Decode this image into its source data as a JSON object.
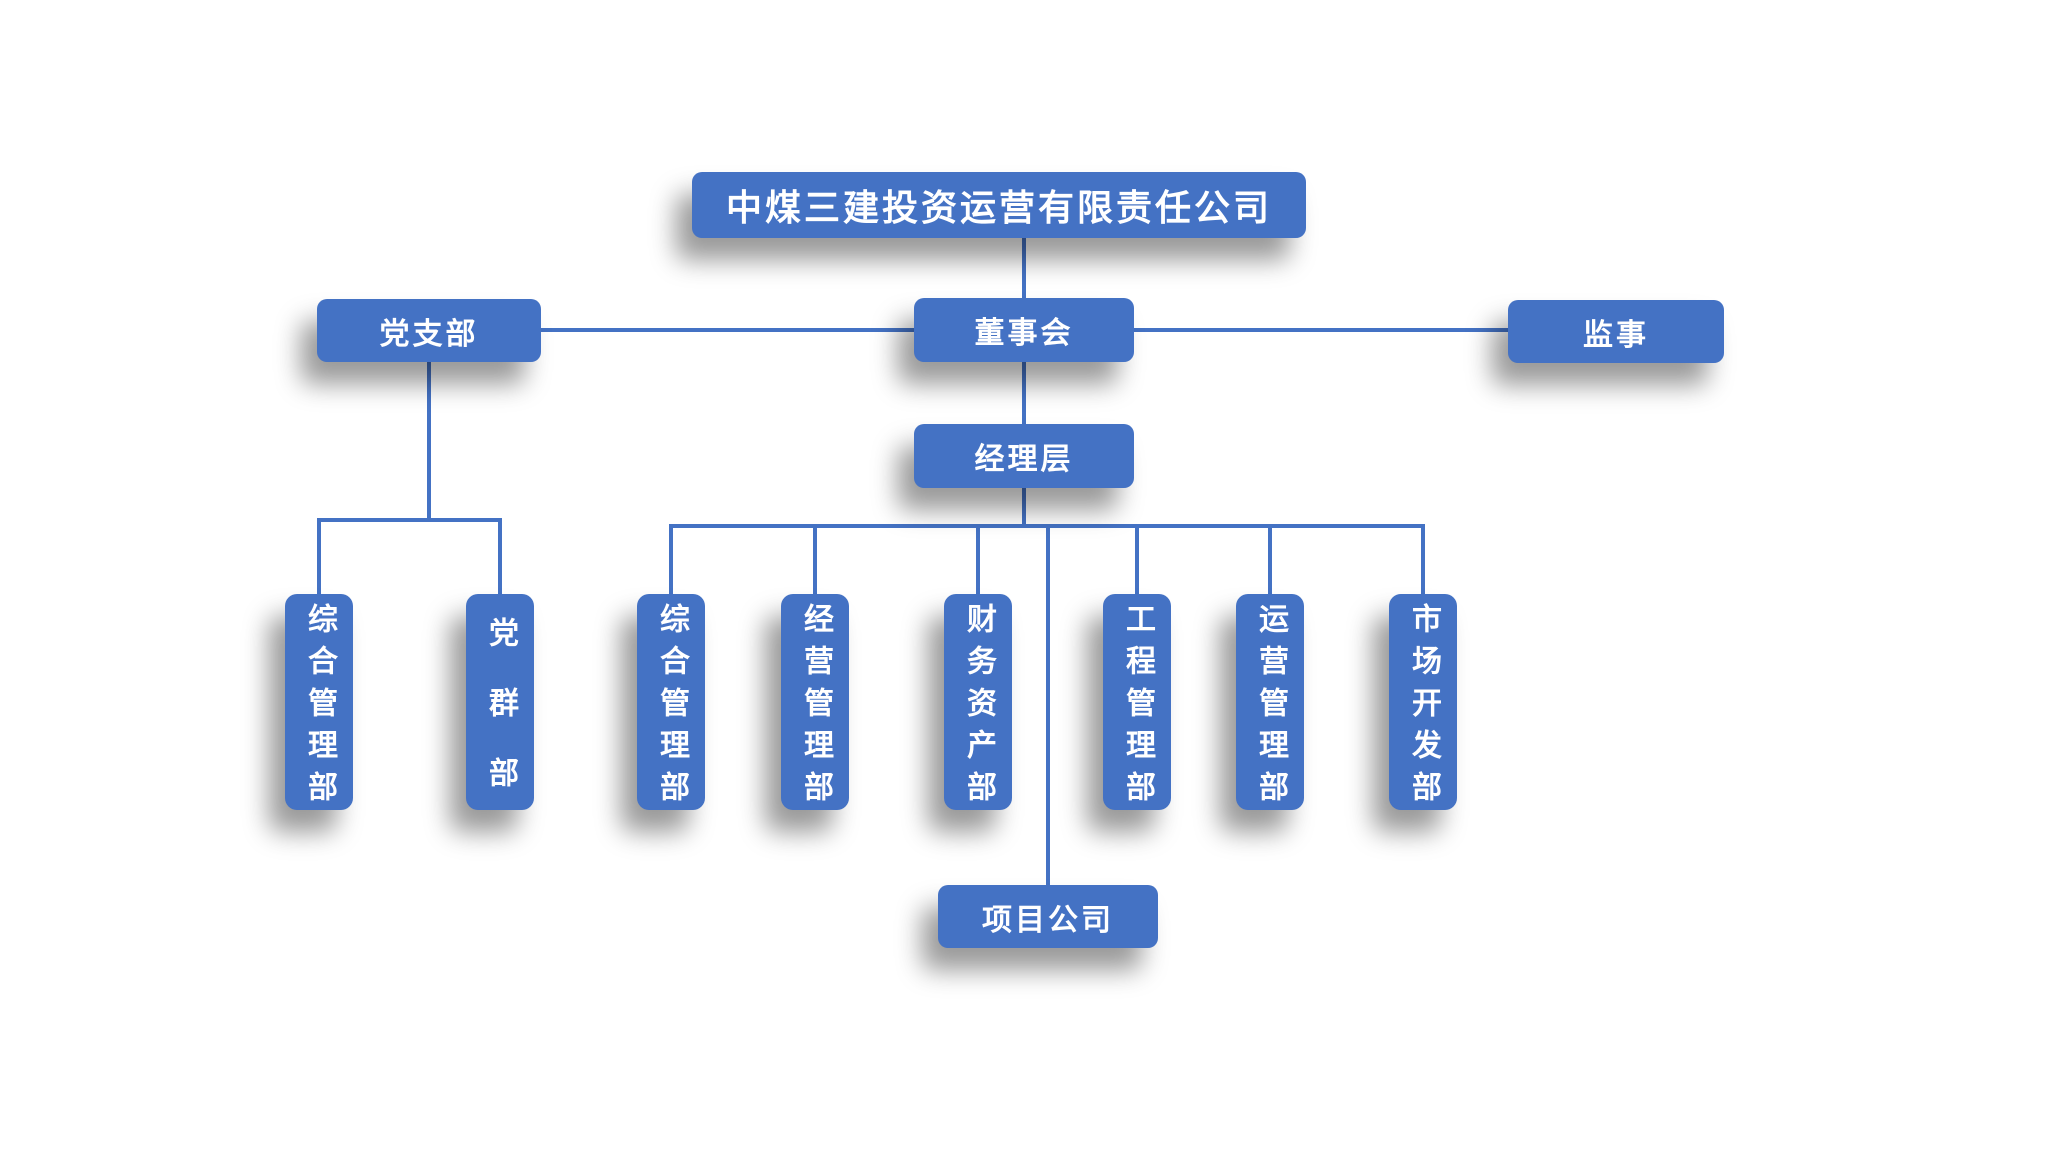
{
  "colors": {
    "background": "#FFFFFF",
    "box": "#4472C4",
    "line": "#4472C4",
    "text": "#FFFFFF"
  },
  "org_chart": {
    "title": "中煤三建投资运营有限责任公司",
    "party_branch": "党支部",
    "board": "董事会",
    "supervisor": "监事",
    "management": "经理层",
    "party_branch_children": [
      {
        "label": "综合管理部"
      },
      {
        "label": "党群部"
      }
    ],
    "management_children": [
      {
        "label": "综合管理部"
      },
      {
        "label": "经营管理部"
      },
      {
        "label": "财务资产部"
      },
      {
        "label": "工程管理部"
      },
      {
        "label": "运营管理部"
      },
      {
        "label": "市场开发部"
      }
    ],
    "project_company": "项目公司"
  }
}
